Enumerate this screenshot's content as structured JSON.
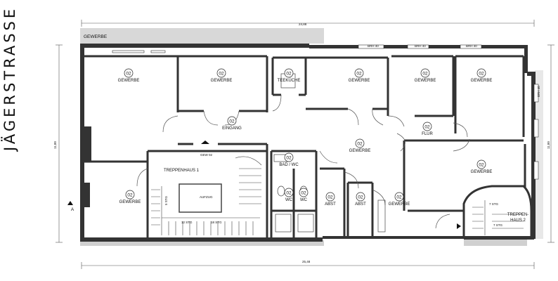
{
  "street_label": "JÄGERSTRASSE",
  "header_label": "GEWERBE",
  "dimensions": {
    "top": "24,88",
    "bottom": "25,48",
    "left": "11,00",
    "right": "11,00",
    "stair1_a": "12 STG",
    "stair1_b": "18 STG",
    "stair1_c": "5 STG",
    "stair2_a": "7 STG",
    "stair2_b": "7 STG"
  },
  "section_marker": "A",
  "window_labels": [
    "BRH 40",
    "BRH 40",
    "BRH 40",
    "BRH 40"
  ],
  "wall_label": "GEW 02",
  "elevator_label": "AUFZUG",
  "rooms": [
    {
      "num": "02",
      "name": "GEWERBE"
    },
    {
      "num": "02",
      "name": "GEWERBE"
    },
    {
      "num": "02",
      "name": "TEEKÜCHE"
    },
    {
      "num": "02",
      "name": "GEWERBE"
    },
    {
      "num": "02",
      "name": "GEWERBE"
    },
    {
      "num": "02",
      "name": "GEWERBE"
    },
    {
      "num": "02",
      "name": "EINGANG"
    },
    {
      "num": "02",
      "name": "FLUR"
    },
    {
      "num": "02",
      "name": "GEWERBE"
    },
    {
      "num": "02",
      "name": "GEWERBE"
    },
    {
      "num": "02",
      "name": "GEWERBE"
    },
    {
      "num": "",
      "name": "TREPPENHAUS 1"
    },
    {
      "num": "02",
      "name": "BAD / WC"
    },
    {
      "num": "02",
      "name": "WC"
    },
    {
      "num": "02",
      "name": "WC"
    },
    {
      "num": "02",
      "name": "ABST"
    },
    {
      "num": "02",
      "name": "ABST"
    },
    {
      "num": "02",
      "name": "GEWERBE"
    },
    {
      "num": "",
      "name": "TREPPEN-"
    },
    {
      "num": "",
      "name": "HAUS 2"
    }
  ]
}
